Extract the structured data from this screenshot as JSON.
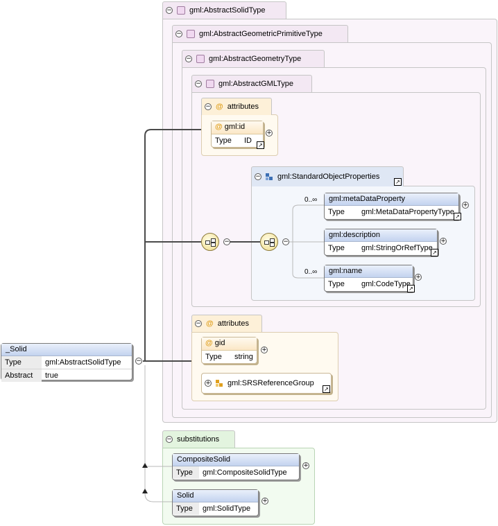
{
  "frames": {
    "abstract_solid_type": "gml:AbstractSolidType",
    "abstract_geometric_primitive_type": "gml:AbstractGeometricPrimitiveType",
    "abstract_geometry_type": "gml:AbstractGeometryType",
    "abstract_gml_type": "gml:AbstractGMLType",
    "attributes_label": "attributes",
    "standard_object_properties": "gml:StandardObjectProperties",
    "substitutions_label": "substitutions"
  },
  "solid": {
    "name": "_Solid",
    "type_key": "Type",
    "type_value": "gml:AbstractSolidType",
    "abstract_key": "Abstract",
    "abstract_value": "true"
  },
  "gml_id": {
    "name": "gml:id",
    "type_key": "Type",
    "type_value": "ID"
  },
  "gid": {
    "name": "gid",
    "type_key": "Type",
    "type_value": "string"
  },
  "srs_group": "gml:SRSReferenceGroup",
  "meta_data_property": {
    "name": "gml:metaDataProperty",
    "type_key": "Type",
    "type_value": "gml:MetaDataPropertyType",
    "cardinality": "0..∞"
  },
  "description": {
    "name": "gml:description",
    "type_key": "Type",
    "type_value": "gml:StringOrRefType"
  },
  "gml_name": {
    "name": "gml:name",
    "type_key": "Type",
    "type_value": "gml:CodeType",
    "cardinality": "0..∞"
  },
  "composite_solid": {
    "name": "CompositeSolid",
    "type_key": "Type",
    "type_value": "gml:CompositeSolidType"
  },
  "solid_sub": {
    "name": "Solid",
    "type_key": "Type",
    "type_value": "gml:SolidType"
  },
  "symbols": {
    "at": "@",
    "collapse": "−",
    "expand": "+",
    "ref": "↗"
  }
}
